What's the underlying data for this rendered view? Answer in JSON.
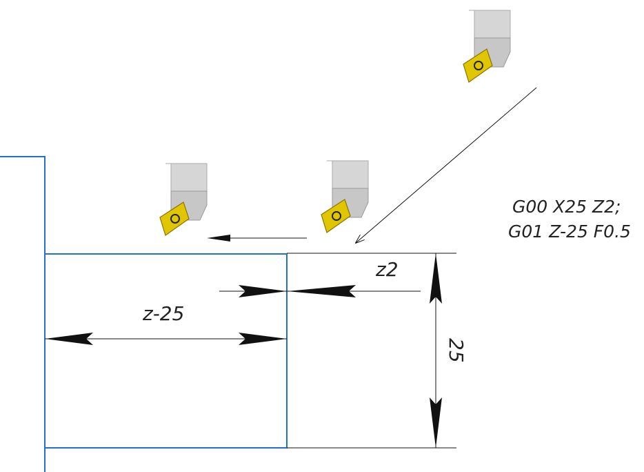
{
  "labels": {
    "z_neg": "z-25",
    "z_pos": "z2",
    "diameter": "25"
  },
  "gcode": {
    "line1": "G00 X25 Z2;",
    "line2": "G01 Z-25 F0.5"
  },
  "colors": {
    "part_outline": "#1f6fd6",
    "dimension_line": "#111111",
    "tool_shank": "#d4d4d4",
    "insert": "#d9b400"
  },
  "icons": [
    "turning-tool-icon"
  ]
}
